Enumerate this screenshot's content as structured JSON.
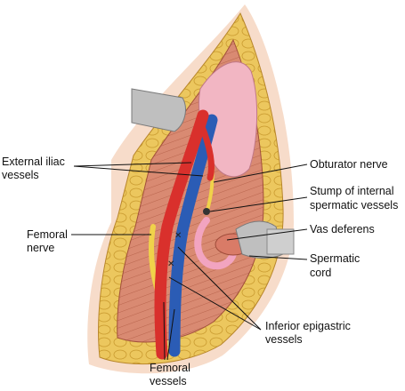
{
  "labels": {
    "external_iliac": [
      "External iliac",
      "vessels"
    ],
    "obturator": [
      "Obturator nerve"
    ],
    "stump": [
      "Stump of internal",
      "spermatic vessels"
    ],
    "vas": [
      "Vas deferens"
    ],
    "femoral_nerve": [
      "Femoral",
      "nerve"
    ],
    "spermatic_cord": [
      "Spermatic",
      "cord"
    ],
    "inferior_epigastric": [
      "Inferior epigastric",
      "vessels"
    ],
    "femoral_vessels": [
      "Femoral",
      "vessels"
    ]
  },
  "colors": {
    "artery": "#d9302c",
    "vein": "#2b5cb5",
    "fat": "#ecc75e",
    "muscle": "#d98a72",
    "retractor": "#bfbfbf",
    "peritoneum": "#f2b6c3"
  }
}
